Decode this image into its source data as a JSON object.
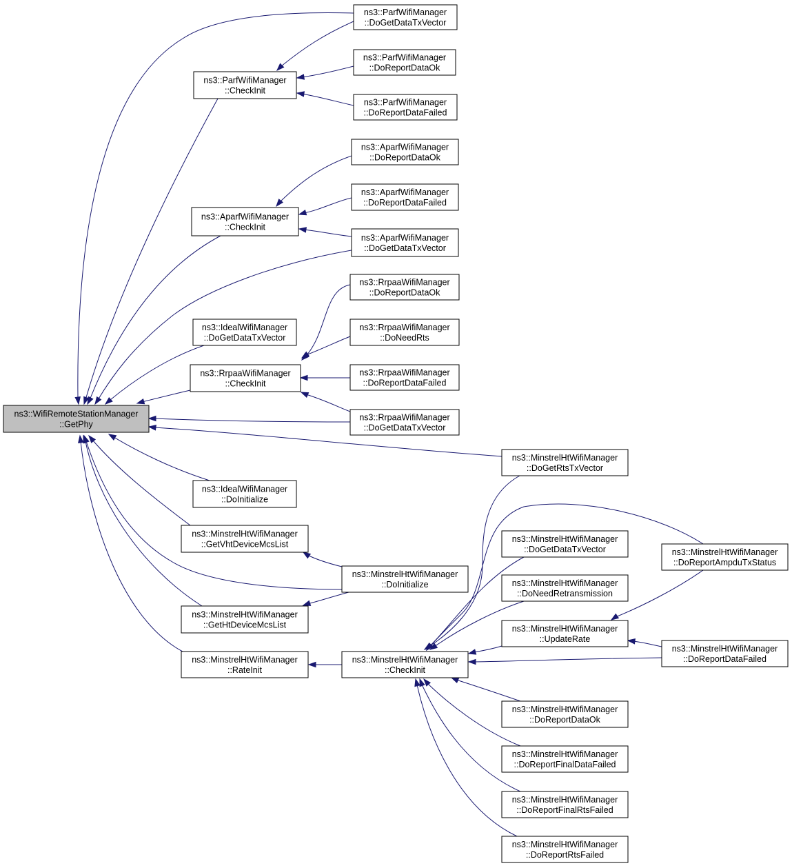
{
  "graph": {
    "root": "ns3::WifiRemoteStationManager\n::GetPhy",
    "nodes": [
      {
        "id": "getphy",
        "line1": "ns3::WifiRemoteStationManager",
        "line2": "::GetPhy",
        "root": true
      },
      {
        "id": "parf_ci",
        "line1": "ns3::ParfWifiManager",
        "line2": "::CheckInit"
      },
      {
        "id": "parf_gdtv",
        "line1": "ns3::ParfWifiManager",
        "line2": "::DoGetDataTxVector"
      },
      {
        "id": "parf_rdok",
        "line1": "ns3::ParfWifiManager",
        "line2": "::DoReportDataOk"
      },
      {
        "id": "parf_rdf",
        "line1": "ns3::ParfWifiManager",
        "line2": "::DoReportDataFailed"
      },
      {
        "id": "aparf_ci",
        "line1": "ns3::AparfWifiManager",
        "line2": "::CheckInit"
      },
      {
        "id": "aparf_rdok",
        "line1": "ns3::AparfWifiManager",
        "line2": "::DoReportDataOk"
      },
      {
        "id": "aparf_rdf",
        "line1": "ns3::AparfWifiManager",
        "line2": "::DoReportDataFailed"
      },
      {
        "id": "aparf_gdtv",
        "line1": "ns3::AparfWifiManager",
        "line2": "::DoGetDataTxVector"
      },
      {
        "id": "ideal_gdtv",
        "line1": "ns3::IdealWifiManager",
        "line2": "::DoGetDataTxVector"
      },
      {
        "id": "rrpaa_ci",
        "line1": "ns3::RrpaaWifiManager",
        "line2": "::CheckInit"
      },
      {
        "id": "rrpaa_rdok",
        "line1": "ns3::RrpaaWifiManager",
        "line2": "::DoReportDataOk"
      },
      {
        "id": "rrpaa_nrts",
        "line1": "ns3::RrpaaWifiManager",
        "line2": "::DoNeedRts"
      },
      {
        "id": "rrpaa_rdf",
        "line1": "ns3::RrpaaWifiManager",
        "line2": "::DoReportDataFailed"
      },
      {
        "id": "rrpaa_gdtv",
        "line1": "ns3::RrpaaWifiManager",
        "line2": "::DoGetDataTxVector"
      },
      {
        "id": "ideal_init",
        "line1": "ns3::IdealWifiManager",
        "line2": "::DoInitialize"
      },
      {
        "id": "mht_vht",
        "line1": "ns3::MinstrelHtWifiManager",
        "line2": "::GetVhtDeviceMcsList"
      },
      {
        "id": "mht_init",
        "line1": "ns3::MinstrelHtWifiManager",
        "line2": "::DoInitialize"
      },
      {
        "id": "mht_ht",
        "line1": "ns3::MinstrelHtWifiManager",
        "line2": "::GetHtDeviceMcsList"
      },
      {
        "id": "mht_rateinit",
        "line1": "ns3::MinstrelHtWifiManager",
        "line2": "::RateInit"
      },
      {
        "id": "mht_ci",
        "line1": "ns3::MinstrelHtWifiManager",
        "line2": "::CheckInit"
      },
      {
        "id": "mht_grts",
        "line1": "ns3::MinstrelHtWifiManager",
        "line2": "::DoGetRtsTxVector"
      },
      {
        "id": "mht_gdtv",
        "line1": "ns3::MinstrelHtWifiManager",
        "line2": "::DoGetDataTxVector"
      },
      {
        "id": "mht_nretx",
        "line1": "ns3::MinstrelHtWifiManager",
        "line2": "::DoNeedRetransmission"
      },
      {
        "id": "mht_update",
        "line1": "ns3::MinstrelHtWifiManager",
        "line2": "::UpdateRate"
      },
      {
        "id": "mht_rdok",
        "line1": "ns3::MinstrelHtWifiManager",
        "line2": "::DoReportDataOk"
      },
      {
        "id": "mht_rfdf",
        "line1": "ns3::MinstrelHtWifiManager",
        "line2": "::DoReportFinalDataFailed"
      },
      {
        "id": "mht_rfrf",
        "line1": "ns3::MinstrelHtWifiManager",
        "line2": "::DoReportFinalRtsFailed"
      },
      {
        "id": "mht_rrf",
        "line1": "ns3::MinstrelHtWifiManager",
        "line2": "::DoReportRtsFailed"
      },
      {
        "id": "mht_ampdu",
        "line1": "ns3::MinstrelHtWifiManager",
        "line2": "::DoReportAmpduTxStatus"
      },
      {
        "id": "mht_rdf",
        "line1": "ns3::MinstrelHtWifiManager",
        "line2": "::DoReportDataFailed"
      }
    ],
    "edges": [
      {
        "from": "parf_ci",
        "to": "getphy"
      },
      {
        "from": "parf_gdtv",
        "to": "getphy"
      },
      {
        "from": "parf_gdtv",
        "to": "parf_ci"
      },
      {
        "from": "parf_rdok",
        "to": "parf_ci"
      },
      {
        "from": "parf_rdf",
        "to": "parf_ci"
      },
      {
        "from": "aparf_ci",
        "to": "getphy"
      },
      {
        "from": "aparf_rdok",
        "to": "aparf_ci"
      },
      {
        "from": "aparf_rdf",
        "to": "aparf_ci"
      },
      {
        "from": "aparf_gdtv",
        "to": "aparf_ci"
      },
      {
        "from": "aparf_gdtv",
        "to": "getphy"
      },
      {
        "from": "ideal_gdtv",
        "to": "getphy"
      },
      {
        "from": "rrpaa_ci",
        "to": "getphy"
      },
      {
        "from": "rrpaa_rdok",
        "to": "rrpaa_ci"
      },
      {
        "from": "rrpaa_nrts",
        "to": "rrpaa_ci"
      },
      {
        "from": "rrpaa_rdf",
        "to": "rrpaa_ci"
      },
      {
        "from": "rrpaa_gdtv",
        "to": "rrpaa_ci"
      },
      {
        "from": "rrpaa_gdtv",
        "to": "getphy"
      },
      {
        "from": "mht_grts",
        "to": "getphy"
      },
      {
        "from": "ideal_init",
        "to": "getphy"
      },
      {
        "from": "mht_vht",
        "to": "getphy"
      },
      {
        "from": "mht_init",
        "to": "getphy"
      },
      {
        "from": "mht_init",
        "to": "mht_vht"
      },
      {
        "from": "mht_init",
        "to": "mht_ht"
      },
      {
        "from": "mht_ht",
        "to": "getphy"
      },
      {
        "from": "mht_rateinit",
        "to": "getphy"
      },
      {
        "from": "mht_ci",
        "to": "mht_rateinit"
      },
      {
        "from": "mht_grts",
        "to": "mht_ci"
      },
      {
        "from": "mht_ampdu",
        "to": "mht_ci"
      },
      {
        "from": "mht_gdtv",
        "to": "mht_ci"
      },
      {
        "from": "mht_nretx",
        "to": "mht_ci"
      },
      {
        "from": "mht_update",
        "to": "mht_ci"
      },
      {
        "from": "mht_rdf",
        "to": "mht_ci"
      },
      {
        "from": "mht_rdok",
        "to": "mht_ci"
      },
      {
        "from": "mht_rfdf",
        "to": "mht_ci"
      },
      {
        "from": "mht_rfrf",
        "to": "mht_ci"
      },
      {
        "from": "mht_rrf",
        "to": "mht_ci"
      },
      {
        "from": "mht_ampdu",
        "to": "mht_update"
      },
      {
        "from": "mht_rdf",
        "to": "mht_update"
      }
    ],
    "colors": {
      "edge": "#191970",
      "root_fill": "#bfbfbf",
      "node_fill": "#ffffff",
      "node_stroke": "#000000"
    }
  }
}
